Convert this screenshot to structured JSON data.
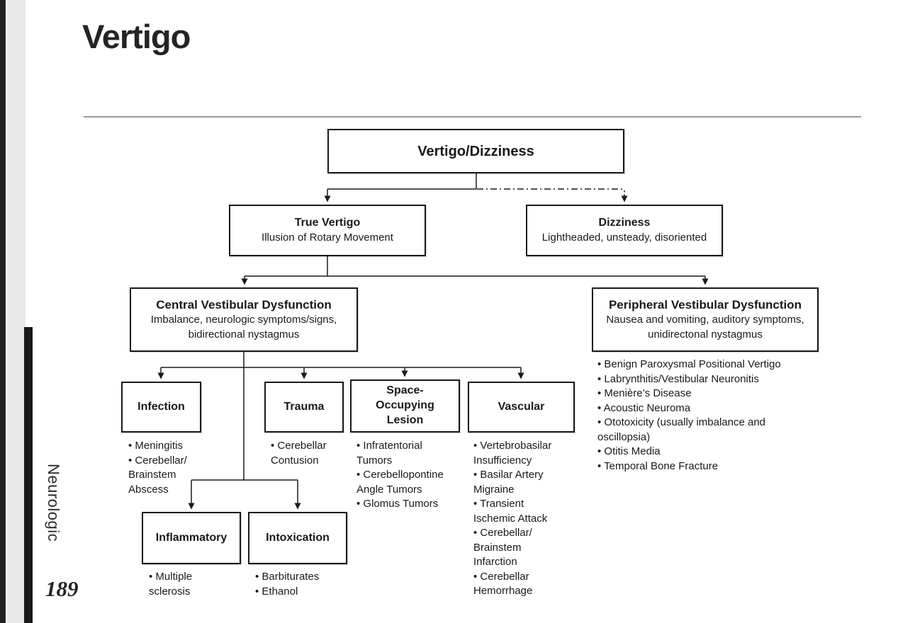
{
  "page": {
    "title": "Vertigo",
    "sidebar_label": "Neurologic",
    "page_number": "189"
  },
  "colors": {
    "ink": "#1a1a1a",
    "divider": "#9a9a9a",
    "spine_gray": "#e9e9e9"
  },
  "flowchart": {
    "root": {
      "title": "Vertigo/Dizziness"
    },
    "true_vertigo": {
      "title": "True Vertigo",
      "subtitle": "Illusion of Rotary Movement"
    },
    "dizziness": {
      "title": "Dizziness",
      "subtitle": "Lightheaded, unsteady, disoriented"
    },
    "central": {
      "title": "Central Vestibular Dysfunction",
      "subtitle": "Imbalance, neurologic symptoms/signs, bidirectional nystagmus"
    },
    "peripheral": {
      "title": "Peripheral Vestibular Dysfunction",
      "subtitle": "Nausea and vomiting, auditory symptoms, unidirectonal nystagmus",
      "items": [
        "Benign Paroxysmal Positional Vertigo",
        "Labrynthitis/Vestibular Neuronitis",
        "Menière’s Disease",
        "Acoustic Neuroma",
        "Ototoxicity (usually imbalance and oscillopsia)",
        "Otitis Media",
        "Temporal Bone Fracture"
      ]
    },
    "infection": {
      "title": "Infection",
      "items": [
        "Meningitis",
        "Cerebellar/​Brainstem Abscess"
      ]
    },
    "trauma": {
      "title": "Trauma",
      "items": [
        "Cerebellar Contusion"
      ]
    },
    "space_occupying": {
      "title": "Space-Occupying Lesion",
      "items": [
        "Infratentorial Tumors",
        "Cerebellopontine Angle Tumors",
        "Glomus Tumors"
      ]
    },
    "vascular": {
      "title": "Vascular",
      "items": [
        "Vertebrobasilar Insufficiency",
        "Basilar Artery Migraine",
        "Transient Ischemic Attack",
        "Cerebellar/​Brainstem Infarction",
        "Cerebellar Hemorrhage"
      ]
    },
    "inflammatory": {
      "title": "Inflammatory",
      "items": [
        "Multiple sclerosis"
      ]
    },
    "intoxication": {
      "title": "Intoxication",
      "items": [
        "Barbiturates",
        "Ethanol"
      ]
    }
  }
}
